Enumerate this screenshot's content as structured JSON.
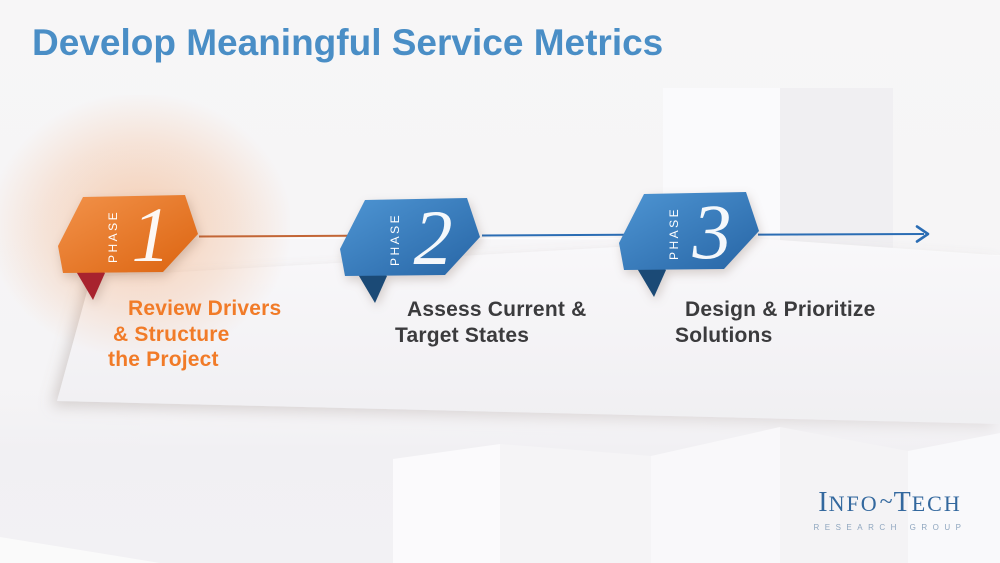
{
  "title": "Develop Meaningful Service Metrics",
  "phases": [
    {
      "label": "PHASE",
      "number": "1",
      "lines": [
        "Review Drivers",
        "& Structure",
        "the Project"
      ],
      "accent": "orange"
    },
    {
      "label": "PHASE",
      "number": "2",
      "lines": [
        "Assess Current &",
        "Target States"
      ],
      "accent": "blue"
    },
    {
      "label": "PHASE",
      "number": "3",
      "lines": [
        "Design & Prioritize",
        "Solutions"
      ],
      "accent": "blue"
    }
  ],
  "timeline": {
    "arrow": "right-chevron"
  },
  "logo": {
    "word_start_cap": "I",
    "word_start_rest": "NFO",
    "tilde": "~",
    "word_end_cap": "T",
    "word_end_rest": "ECH",
    "subtitle": "RESEARCH GROUP"
  },
  "colors": {
    "title_blue": "#4A8EC6",
    "orange_light": "#F2924A",
    "orange_dark": "#DC6410",
    "fold_red": "#A8232E",
    "blue_light": "#4E95D3",
    "blue_dark": "#2765A5",
    "fold_navy": "#1B4A76",
    "line_orange": "#C36636",
    "line_blue": "#2B6DB4",
    "phase1_text_orange": "#F17B28",
    "body_text": "#3B3B3D",
    "logo_blue": "#33689E",
    "logo_subtitle_gray": "#8FA6BF"
  }
}
